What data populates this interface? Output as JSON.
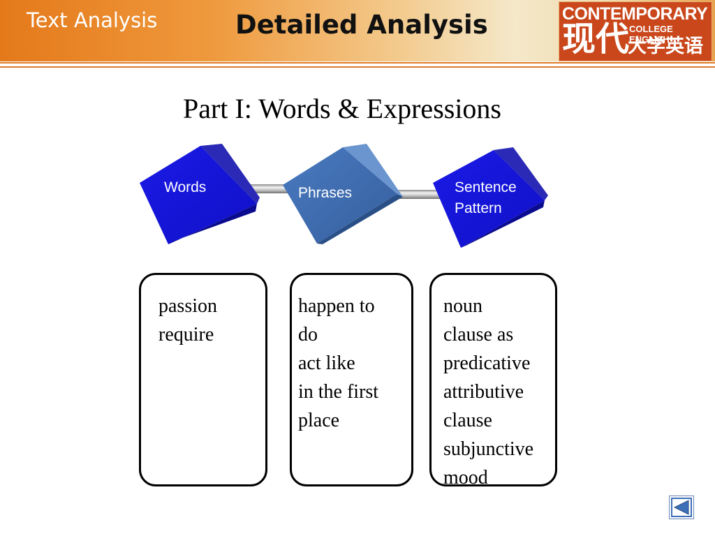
{
  "header": {
    "section_title": "Text Analysis",
    "slide_title": "Detailed Analysis",
    "logo": {
      "line1": "CONTEMPORARY",
      "line2": "现代",
      "line3": "COLLEGE ENGLISH",
      "line4": "大学英语"
    }
  },
  "part_heading": "Part I:  Words & Expressions",
  "nodes": [
    {
      "label": "Words",
      "color": "#1515d8"
    },
    {
      "label": "Phrases",
      "color": "#3e6db1"
    },
    {
      "label_line1": "Sentence",
      "label_line2": "Pattern",
      "color": "#1515d8"
    }
  ],
  "boxes": {
    "words": [
      "passion",
      "require"
    ],
    "phrases": [
      "happen to",
      "do",
      "act like",
      "in the first",
      "place"
    ],
    "sentence": [
      "noun",
      "clause as",
      "predicative",
      "attributive",
      "clause",
      "subjunctive",
      "mood"
    ]
  },
  "nav": {
    "icon": "back-arrow-icon",
    "accent": "#3d6fb8"
  }
}
